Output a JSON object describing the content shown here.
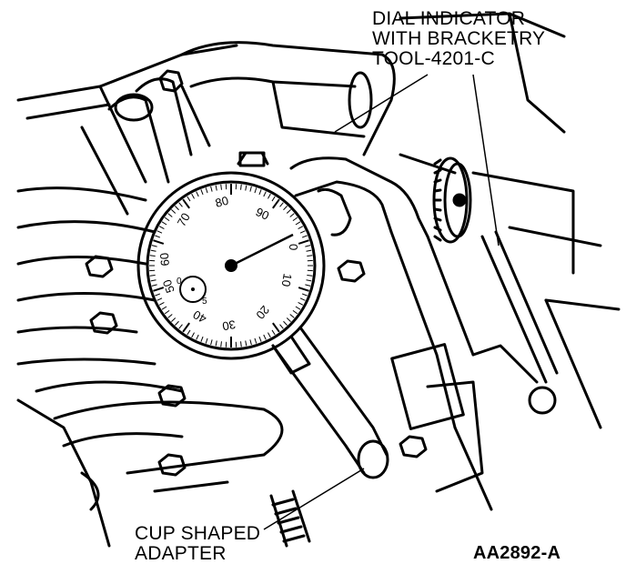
{
  "callouts": {
    "dial_indicator": [
      "DIAL INDICATOR",
      "WITH BRACKETRY",
      "TOOL-4201-C"
    ],
    "cup_adapter": [
      "CUP SHAPED",
      "ADAPTER"
    ]
  },
  "figure_code": "AA2892-A",
  "dial": {
    "scale_numbers": [
      "0",
      "10",
      "20",
      "30",
      "40",
      "50",
      "60",
      "70",
      "80",
      "90"
    ],
    "sub_dial_numbers": [
      "0",
      "5"
    ]
  }
}
